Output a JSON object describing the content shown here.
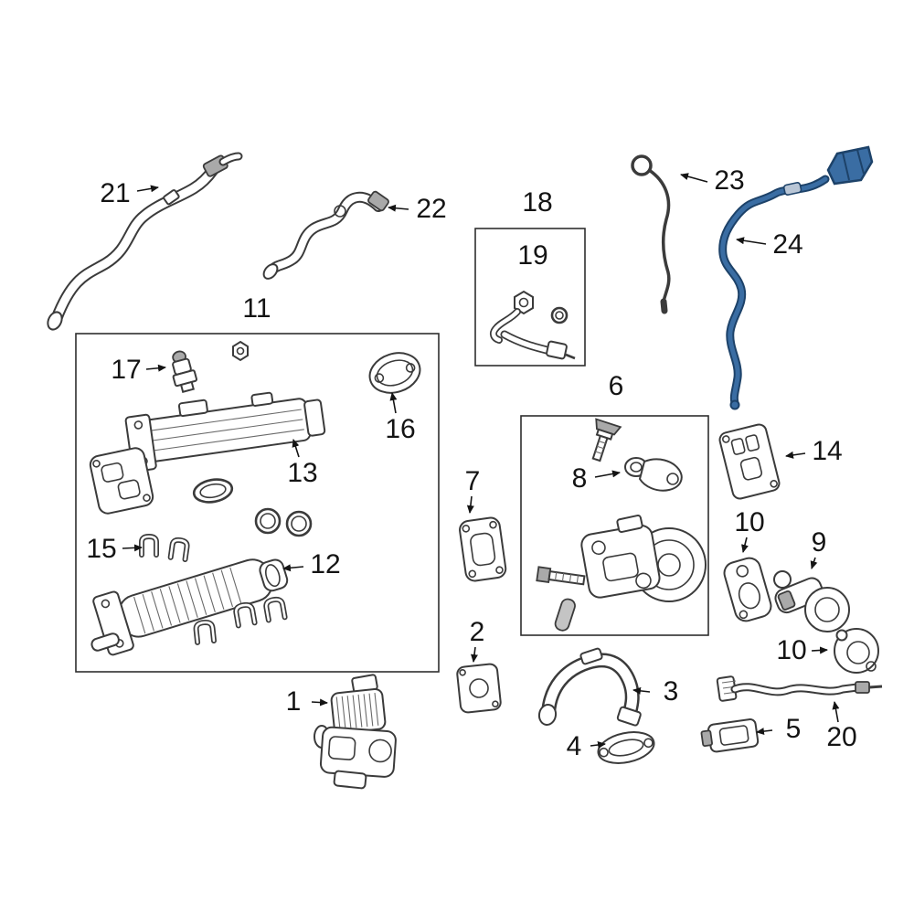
{
  "diagram": {
    "kind": "exploded parts diagram",
    "background_color": "#ffffff",
    "line_color": "#3b3b3b",
    "label_color": "#141414",
    "highlight_color": "#3a6da3",
    "highlighted_callout": "24",
    "callouts": [
      {
        "label": "21"
      },
      {
        "label": "22"
      },
      {
        "label": "18"
      },
      {
        "label": "19"
      },
      {
        "label": "23"
      },
      {
        "label": "24"
      },
      {
        "label": "11"
      },
      {
        "label": "17"
      },
      {
        "label": "16"
      },
      {
        "label": "13"
      },
      {
        "label": "15"
      },
      {
        "label": "12"
      },
      {
        "label": "14"
      },
      {
        "label": "6"
      },
      {
        "label": "8"
      },
      {
        "label": "7"
      },
      {
        "label": "2"
      },
      {
        "label": "3"
      },
      {
        "label": "4"
      },
      {
        "label": "10"
      },
      {
        "label": "9"
      },
      {
        "label": "10"
      },
      {
        "label": "20"
      },
      {
        "label": "5"
      },
      {
        "label": "1"
      }
    ]
  }
}
